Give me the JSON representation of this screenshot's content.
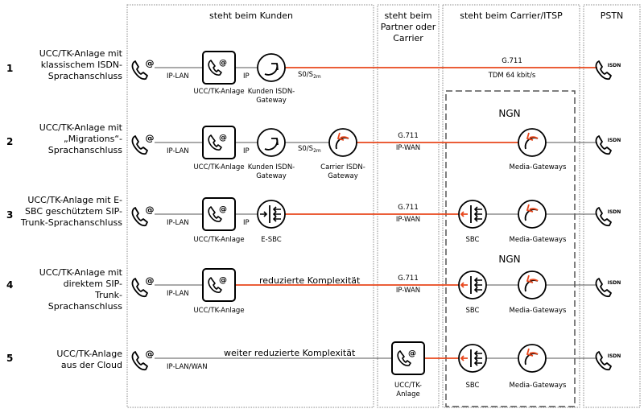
{
  "columns": {
    "customer": "steht beim Kunden",
    "partner": [
      "steht beim",
      "Partner oder",
      "Carrier"
    ],
    "carrier": "steht beim Carrier/ITSP",
    "pstn": "PSTN"
  },
  "ngn": "NGN",
  "rows": [
    {
      "number": "1",
      "desc": [
        "UCC/TK-Anlage mit",
        "klassischem ISDN-",
        "Sprachanschluss"
      ]
    },
    {
      "number": "2",
      "desc": [
        "UCC/TK-Anlage mit",
        "„Migrations“-",
        "Sprachanschluss"
      ]
    },
    {
      "number": "3",
      "desc": [
        "UCC/TK-Anlage mit E-",
        "SBC geschütztem SIP-",
        "Trunk-Sprachanschluss"
      ]
    },
    {
      "number": "4",
      "desc": [
        "UCC/TK-Anlage mit",
        "direktem SIP-",
        "Trunk-",
        "Sprachanschluss"
      ]
    },
    {
      "number": "5",
      "desc": [
        "UCC/TK-Anlage",
        "aus der Cloud"
      ]
    }
  ],
  "labels": {
    "ip_lan": "IP-LAN",
    "ip_lan_wan": "IP-LAN/WAN",
    "ip": "IP",
    "s0": "S0/S",
    "s0_sub": "2m",
    "pbx": "UCC/TK-Anlage",
    "pbx_partner": [
      "UCC/TK-",
      "Anlage"
    ],
    "kunden_gw": [
      "Kunden ISDN-",
      "Gateway"
    ],
    "carrier_gw": [
      "Carrier ISDN-",
      "Gateway"
    ],
    "esbc": "E-SBC",
    "sbc": "SBC",
    "media_gw": "Media-Gateways",
    "g711": "G.711",
    "tdm": "TDM 64 kbit/s",
    "ip_wan": "IP-WAN",
    "isdn": "ISDN",
    "at": "@",
    "reduced": "reduzierte Komplexität",
    "further_reduced": "weiter reduzierte Komplexität"
  },
  "colors": {
    "accent": "#e8471c",
    "line": "#555555",
    "border": "#888888"
  }
}
